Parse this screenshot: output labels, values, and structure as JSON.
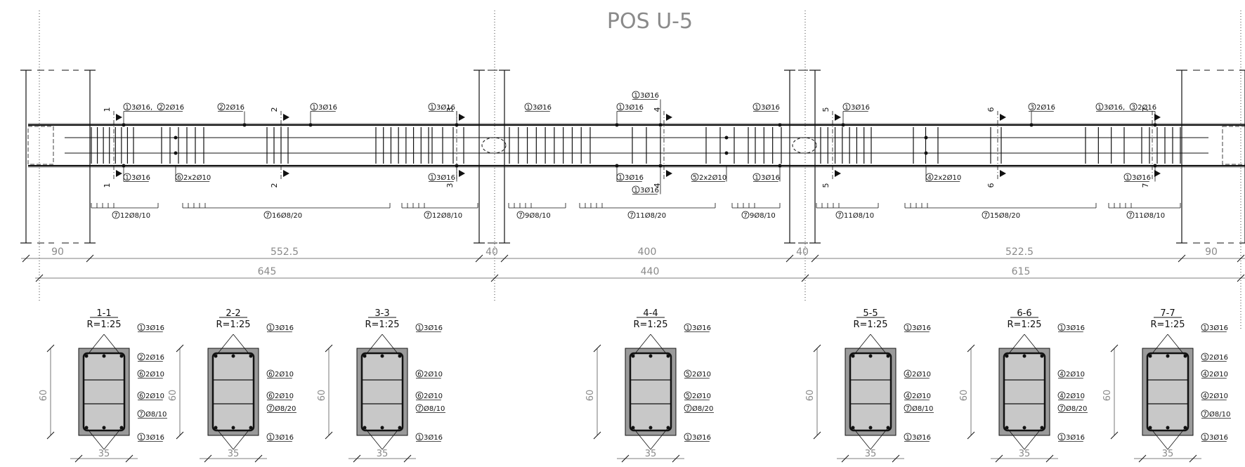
{
  "title": "POS U-5",
  "beam_labels": {
    "top": [
      {
        "circle": "1",
        "text": "3Ø16, ",
        "circle2": "2",
        "text2": "2Ø16"
      },
      {
        "circle": "2",
        "text": "2Ø16"
      },
      {
        "circle": "1",
        "text": "3Ø16"
      },
      {
        "circle": "1",
        "text": "3Ø16"
      },
      {
        "circle": "1",
        "text": "3Ø16"
      },
      {
        "circle": "1",
        "text": "3Ø16"
      },
      {
        "circle": "1",
        "text": "3Ø16"
      },
      {
        "circle": "1",
        "text": "3Ø16"
      },
      {
        "circle": "1",
        "text": "3Ø16"
      },
      {
        "circle": "3",
        "text": "2Ø16"
      },
      {
        "circle": "1",
        "text": "3Ø16, ",
        "circle2": "3",
        "text2": "2Ø16"
      }
    ],
    "bottom": [
      {
        "circle": "1",
        "text": "3Ø16"
      },
      {
        "circle": "6",
        "text": "2x2Ø10"
      },
      {
        "circle": "1",
        "text": "3Ø16"
      },
      {
        "circle": "1",
        "text": "3Ø16"
      },
      {
        "circle": "1",
        "text": "3Ø16"
      },
      {
        "circle": "5",
        "text": "2x2Ø10"
      },
      {
        "circle": "1",
        "text": "3Ø16"
      },
      {
        "circle": "4",
        "text": "2x2Ø10"
      },
      {
        "circle": "1",
        "text": "3Ø16"
      }
    ],
    "stirrups": [
      {
        "circle": "7",
        "text": "12Ø8/10"
      },
      {
        "circle": "7",
        "text": "16Ø8/20"
      },
      {
        "circle": "7",
        "text": "12Ø8/10"
      },
      {
        "circle": "7",
        "text": "9Ø8/10"
      },
      {
        "circle": "7",
        "text": "11Ø8/20"
      },
      {
        "circle": "7",
        "text": "9Ø8/10"
      },
      {
        "circle": "7",
        "text": "11Ø8/10"
      },
      {
        "circle": "7",
        "text": "15Ø8/20"
      },
      {
        "circle": "7",
        "text": "11Ø8/10"
      }
    ]
  },
  "section_marks": [
    "1",
    "2",
    "3",
    "4",
    "5",
    "6",
    "7"
  ],
  "dimensions": {
    "row1": [
      "90",
      "552.5",
      "40",
      "400",
      "40",
      "522.5",
      "90"
    ],
    "row2": [
      "645",
      "440",
      "615"
    ]
  },
  "sections": [
    {
      "name": "1-1",
      "scale": "R=1:25",
      "height": "60",
      "width": "35",
      "labels": [
        {
          "c": "1",
          "t": "3Ø16"
        },
        {
          "c": "2",
          "t": "2Ø16"
        },
        {
          "c": "6",
          "t": "2Ø10"
        },
        {
          "c": "6",
          "t": "2Ø10"
        },
        {
          "c": "7",
          "t": "Ø8/10"
        },
        {
          "c": "1",
          "t": "3Ø16"
        }
      ]
    },
    {
      "name": "2-2",
      "scale": "R=1:25",
      "height": "60",
      "width": "35",
      "labels": [
        {
          "c": "1",
          "t": "3Ø16"
        },
        {
          "c": "6",
          "t": "2Ø10"
        },
        {
          "c": "6",
          "t": "2Ø10"
        },
        {
          "c": "7",
          "t": "Ø8/20"
        },
        {
          "c": "1",
          "t": "3Ø16"
        }
      ]
    },
    {
      "name": "3-3",
      "scale": "R=1:25",
      "height": "60",
      "width": "35",
      "labels": [
        {
          "c": "1",
          "t": "3Ø16"
        },
        {
          "c": "6",
          "t": "2Ø10"
        },
        {
          "c": "6",
          "t": "2Ø10"
        },
        {
          "c": "7",
          "t": "Ø8/10"
        },
        {
          "c": "1",
          "t": "3Ø16"
        }
      ]
    },
    {
      "name": "4-4",
      "scale": "R=1:25",
      "height": "60",
      "width": "35",
      "labels": [
        {
          "c": "1",
          "t": "3Ø16"
        },
        {
          "c": "5",
          "t": "2Ø10"
        },
        {
          "c": "5",
          "t": "2Ø10"
        },
        {
          "c": "7",
          "t": "Ø8/20"
        },
        {
          "c": "1",
          "t": "3Ø16"
        }
      ]
    },
    {
      "name": "5-5",
      "scale": "R=1:25",
      "height": "60",
      "width": "35",
      "labels": [
        {
          "c": "1",
          "t": "3Ø16"
        },
        {
          "c": "4",
          "t": "2Ø10"
        },
        {
          "c": "4",
          "t": "2Ø10"
        },
        {
          "c": "7",
          "t": "Ø8/10"
        },
        {
          "c": "1",
          "t": "3Ø16"
        }
      ]
    },
    {
      "name": "6-6",
      "scale": "R=1:25",
      "height": "60",
      "width": "35",
      "labels": [
        {
          "c": "1",
          "t": "3Ø16"
        },
        {
          "c": "4",
          "t": "2Ø10"
        },
        {
          "c": "4",
          "t": "2Ø10"
        },
        {
          "c": "7",
          "t": "Ø8/20"
        },
        {
          "c": "1",
          "t": "3Ø16"
        }
      ]
    },
    {
      "name": "7-7",
      "scale": "R=1:25",
      "height": "60",
      "width": "35",
      "labels": [
        {
          "c": "1",
          "t": "3Ø16"
        },
        {
          "c": "3",
          "t": "2Ø16"
        },
        {
          "c": "4",
          "t": "2Ø10"
        },
        {
          "c": "4",
          "t": "2Ø10"
        },
        {
          "c": "7",
          "t": "Ø8/10"
        },
        {
          "c": "1",
          "t": "3Ø16"
        }
      ]
    }
  ]
}
